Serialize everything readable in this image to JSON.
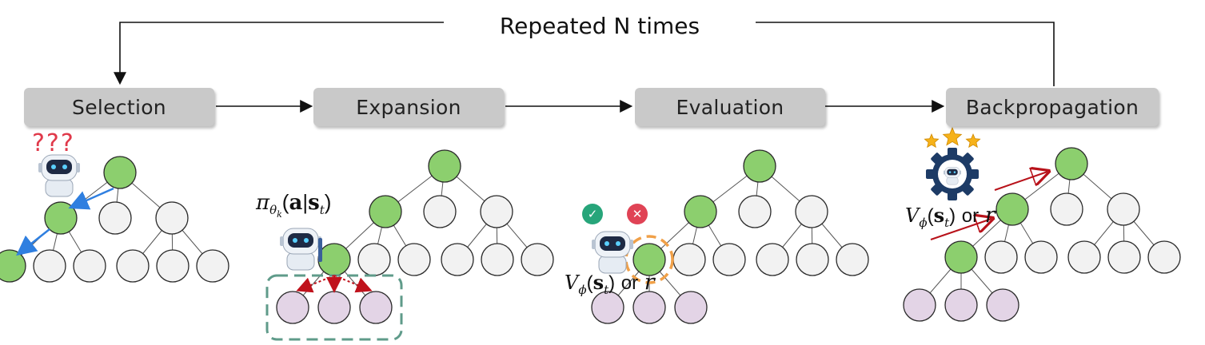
{
  "loop_label": "Repeated N times",
  "stages": [
    {
      "id": "selection",
      "label": "Selection"
    },
    {
      "id": "expansion",
      "label": "Expansion"
    },
    {
      "id": "evaluation",
      "label": "Evaluation"
    },
    {
      "id": "backpropagation",
      "label": "Backpropagation"
    }
  ],
  "formulas": {
    "policy": {
      "symbol": "π",
      "sub": "θ",
      "subsub": "k",
      "arg_a": "a",
      "bar": "|",
      "arg_s": "s",
      "arg_t": "t"
    },
    "value_eval": {
      "symbol": "V",
      "sub": "ϕ",
      "arg_s": "s",
      "arg_t": "t",
      "or": "or",
      "reward": "r"
    },
    "value_back": {
      "symbol": "V",
      "sub": "ϕ",
      "arg_s": "s",
      "arg_t": "t",
      "or": "or",
      "reward": "r"
    }
  },
  "selection_marks": "???",
  "eval_marks": {
    "check": "✓",
    "cross": "✕"
  },
  "colors": {
    "node_selected": "#8ccf6e",
    "node_plain": "#f2f2f2",
    "node_new": "#e3d4e6",
    "node_stroke": "#2a2a2a",
    "select_arrow": "#2f7fe0",
    "expand_arrow": "#c0121c",
    "back_arrow": "#b8121a",
    "expansion_box": "#5f9b8a",
    "eval_ring": "#f0a048",
    "stage_box": "#c9c9c9",
    "question_mark": "#e0394a",
    "star": "#f6b21a",
    "check": "#27a57a",
    "cross": "#e04355",
    "gear": "#1d3b66"
  }
}
